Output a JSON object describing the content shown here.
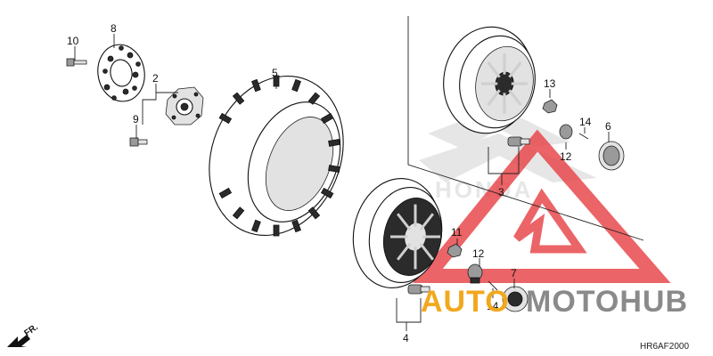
{
  "diagram_code": "HR6AF2000",
  "direction_label": "FR.",
  "watermark": {
    "brand_left": "AUTO",
    "brand_right": "MOTOHUB",
    "brand_left_color": "#f2a81e",
    "brand_right_color": "#8a8a8a",
    "triangle_color": "#e8494d",
    "logo_text": "HONDA"
  },
  "callouts": [
    {
      "id": "c10",
      "text": "10"
    },
    {
      "id": "c8",
      "text": "8"
    },
    {
      "id": "c2",
      "text": "2"
    },
    {
      "id": "c9",
      "text": "9"
    },
    {
      "id": "c5",
      "text": "5"
    },
    {
      "id": "c4",
      "text": "4"
    },
    {
      "id": "c11",
      "text": "11"
    },
    {
      "id": "c12a",
      "text": "12"
    },
    {
      "id": "c7",
      "text": "7"
    },
    {
      "id": "c14a",
      "text": "14"
    },
    {
      "id": "c3",
      "text": "3"
    },
    {
      "id": "c13",
      "text": "13"
    },
    {
      "id": "c12b",
      "text": "12"
    },
    {
      "id": "c14b",
      "text": "14"
    },
    {
      "id": "c6",
      "text": "6"
    }
  ]
}
